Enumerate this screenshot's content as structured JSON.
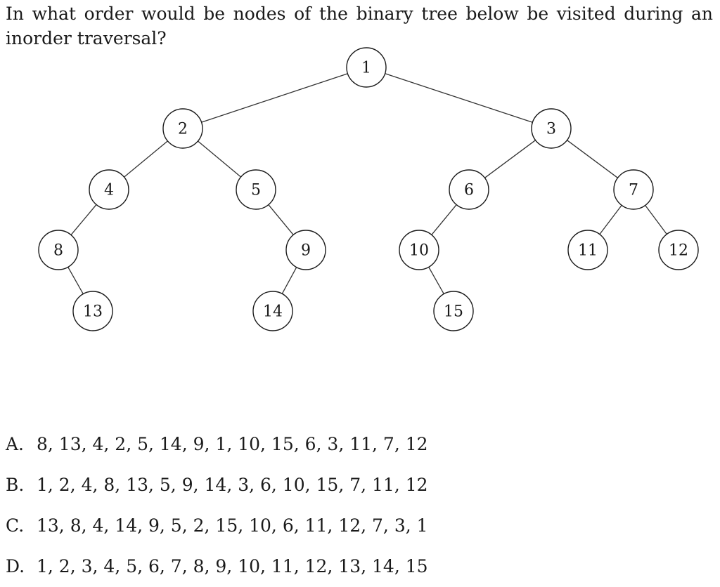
{
  "question": {
    "text": "In what order would be nodes of the binary tree below be visited during an inorder traversal?"
  },
  "tree": {
    "nodes": [
      {
        "id": "1",
        "label": "1"
      },
      {
        "id": "2",
        "label": "2"
      },
      {
        "id": "3",
        "label": "3"
      },
      {
        "id": "4",
        "label": "4"
      },
      {
        "id": "5",
        "label": "5"
      },
      {
        "id": "6",
        "label": "6"
      },
      {
        "id": "7",
        "label": "7"
      },
      {
        "id": "8",
        "label": "8"
      },
      {
        "id": "9",
        "label": "9"
      },
      {
        "id": "10",
        "label": "10"
      },
      {
        "id": "11",
        "label": "11"
      },
      {
        "id": "12",
        "label": "12"
      },
      {
        "id": "13",
        "label": "13"
      },
      {
        "id": "14",
        "label": "14"
      },
      {
        "id": "15",
        "label": "15"
      }
    ],
    "edges": [
      {
        "parent": "1",
        "child": "2",
        "side": "left"
      },
      {
        "parent": "1",
        "child": "3",
        "side": "right"
      },
      {
        "parent": "2",
        "child": "4",
        "side": "left"
      },
      {
        "parent": "2",
        "child": "5",
        "side": "right"
      },
      {
        "parent": "3",
        "child": "6",
        "side": "left"
      },
      {
        "parent": "3",
        "child": "7",
        "side": "right"
      },
      {
        "parent": "4",
        "child": "8",
        "side": "left"
      },
      {
        "parent": "5",
        "child": "9",
        "side": "right"
      },
      {
        "parent": "6",
        "child": "10",
        "side": "left"
      },
      {
        "parent": "7",
        "child": "11",
        "side": "left"
      },
      {
        "parent": "7",
        "child": "12",
        "side": "right"
      },
      {
        "parent": "8",
        "child": "13",
        "side": "right"
      },
      {
        "parent": "9",
        "child": "14",
        "side": "left"
      },
      {
        "parent": "10",
        "child": "15",
        "side": "right"
      }
    ]
  },
  "options": [
    {
      "letter": "A.",
      "text": "8, 13, 4, 2, 5, 14, 9, 1, 10, 15, 6, 3, 11, 7, 12"
    },
    {
      "letter": "B.",
      "text": "1, 2, 4, 8, 13, 5, 9, 14, 3, 6, 10, 15, 7, 11, 12"
    },
    {
      "letter": "C.",
      "text": "13, 8, 4, 14, 9, 5, 2, 15, 10, 6, 11, 12, 7, 3, 1"
    },
    {
      "letter": "D.",
      "text": "1, 2, 3, 4, 5, 6, 7, 8, 9, 10, 11, 12, 13, 14, 15"
    }
  ]
}
